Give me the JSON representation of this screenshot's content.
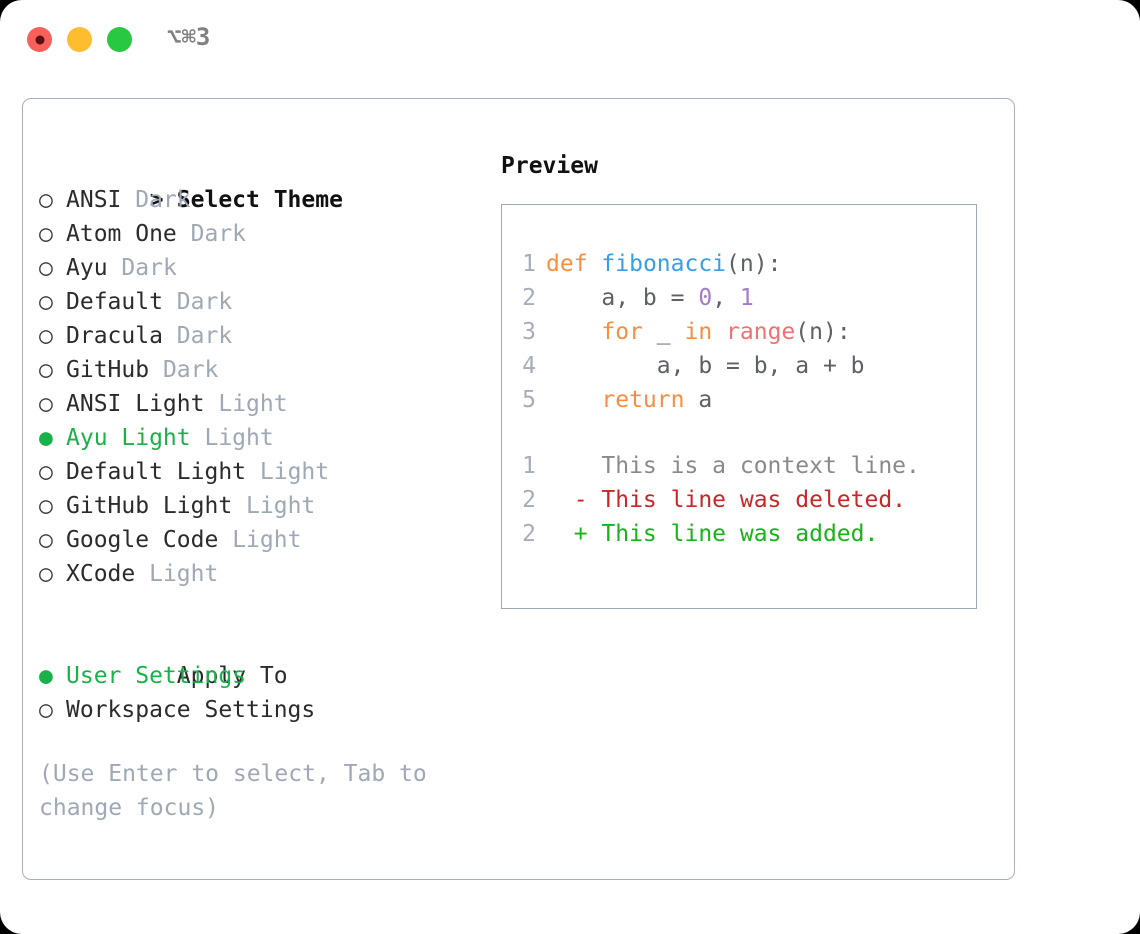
{
  "titlebar": {
    "shortcut": "⌥⌘3",
    "buttons": {
      "close": "close",
      "minimize": "minimize",
      "maximize": "maximize"
    }
  },
  "theme_list": {
    "header_marker": ">",
    "header_label": "Select Theme",
    "items": [
      {
        "marker": "○",
        "name": "ANSI",
        "tag": "Dark",
        "selected": false
      },
      {
        "marker": "○",
        "name": "Atom One",
        "tag": "Dark",
        "selected": false
      },
      {
        "marker": "○",
        "name": "Ayu",
        "tag": "Dark",
        "selected": false
      },
      {
        "marker": "○",
        "name": "Default",
        "tag": "Dark",
        "selected": false
      },
      {
        "marker": "○",
        "name": "Dracula",
        "tag": "Dark",
        "selected": false
      },
      {
        "marker": "○",
        "name": "GitHub",
        "tag": "Dark",
        "selected": false
      },
      {
        "marker": "○",
        "name": "ANSI Light",
        "tag": "Light",
        "selected": false
      },
      {
        "marker": "●",
        "name": "Ayu Light",
        "tag": "Light",
        "selected": true
      },
      {
        "marker": "○",
        "name": "Default Light",
        "tag": "Light",
        "selected": false
      },
      {
        "marker": "○",
        "name": "GitHub Light",
        "tag": "Light",
        "selected": false
      },
      {
        "marker": "○",
        "name": "Google Code",
        "tag": "Light",
        "selected": false
      },
      {
        "marker": "○",
        "name": "XCode",
        "tag": "Light",
        "selected": false
      }
    ]
  },
  "apply_to": {
    "header_label": "Apply To",
    "items": [
      {
        "marker": "●",
        "label": "User Settings",
        "selected": true
      },
      {
        "marker": "○",
        "label": "Workspace Settings",
        "selected": false
      }
    ]
  },
  "hint": "(Use Enter to select, Tab to change focus)",
  "preview": {
    "title": "Preview",
    "code_lines": [
      {
        "num": "1",
        "tokens": [
          {
            "t": "def",
            "c": "kw"
          },
          {
            "t": " ",
            "c": "pl"
          },
          {
            "t": "fibonacci",
            "c": "fn"
          },
          {
            "t": "(n):",
            "c": "pl"
          }
        ]
      },
      {
        "num": "2",
        "tokens": [
          {
            "t": "    a, b = ",
            "c": "pl"
          },
          {
            "t": "0",
            "c": "num"
          },
          {
            "t": ", ",
            "c": "pl"
          },
          {
            "t": "1",
            "c": "num"
          }
        ]
      },
      {
        "num": "3",
        "tokens": [
          {
            "t": "    ",
            "c": "pl"
          },
          {
            "t": "for",
            "c": "kw"
          },
          {
            "t": " _ ",
            "c": "pl"
          },
          {
            "t": "in",
            "c": "kw"
          },
          {
            "t": " ",
            "c": "pl"
          },
          {
            "t": "range",
            "c": "bi"
          },
          {
            "t": "(n):",
            "c": "pl"
          }
        ]
      },
      {
        "num": "4",
        "tokens": [
          {
            "t": "        a, b = b, a + b",
            "c": "pl"
          }
        ]
      },
      {
        "num": "5",
        "tokens": [
          {
            "t": "    ",
            "c": "pl"
          },
          {
            "t": "return",
            "c": "kw"
          },
          {
            "t": " a",
            "c": "pl"
          }
        ]
      }
    ],
    "diff_lines": [
      {
        "num": "1",
        "sign": " ",
        "text": "This is a context line.",
        "kind": "ctx"
      },
      {
        "num": "2",
        "sign": "-",
        "text": "This line was deleted.",
        "kind": "del"
      },
      {
        "num": "2",
        "sign": "+",
        "text": "This line was added.",
        "kind": "add"
      }
    ]
  },
  "colors": {
    "accent_green": "#1BB14A",
    "muted": "#9FA8B5",
    "keyword": "#FA8D3E",
    "function": "#399EE6",
    "number": "#A37ACC",
    "builtin": "#F07171",
    "diff_added": "#18B318",
    "diff_deleted": "#C62828",
    "border": "#9FA8B8"
  }
}
